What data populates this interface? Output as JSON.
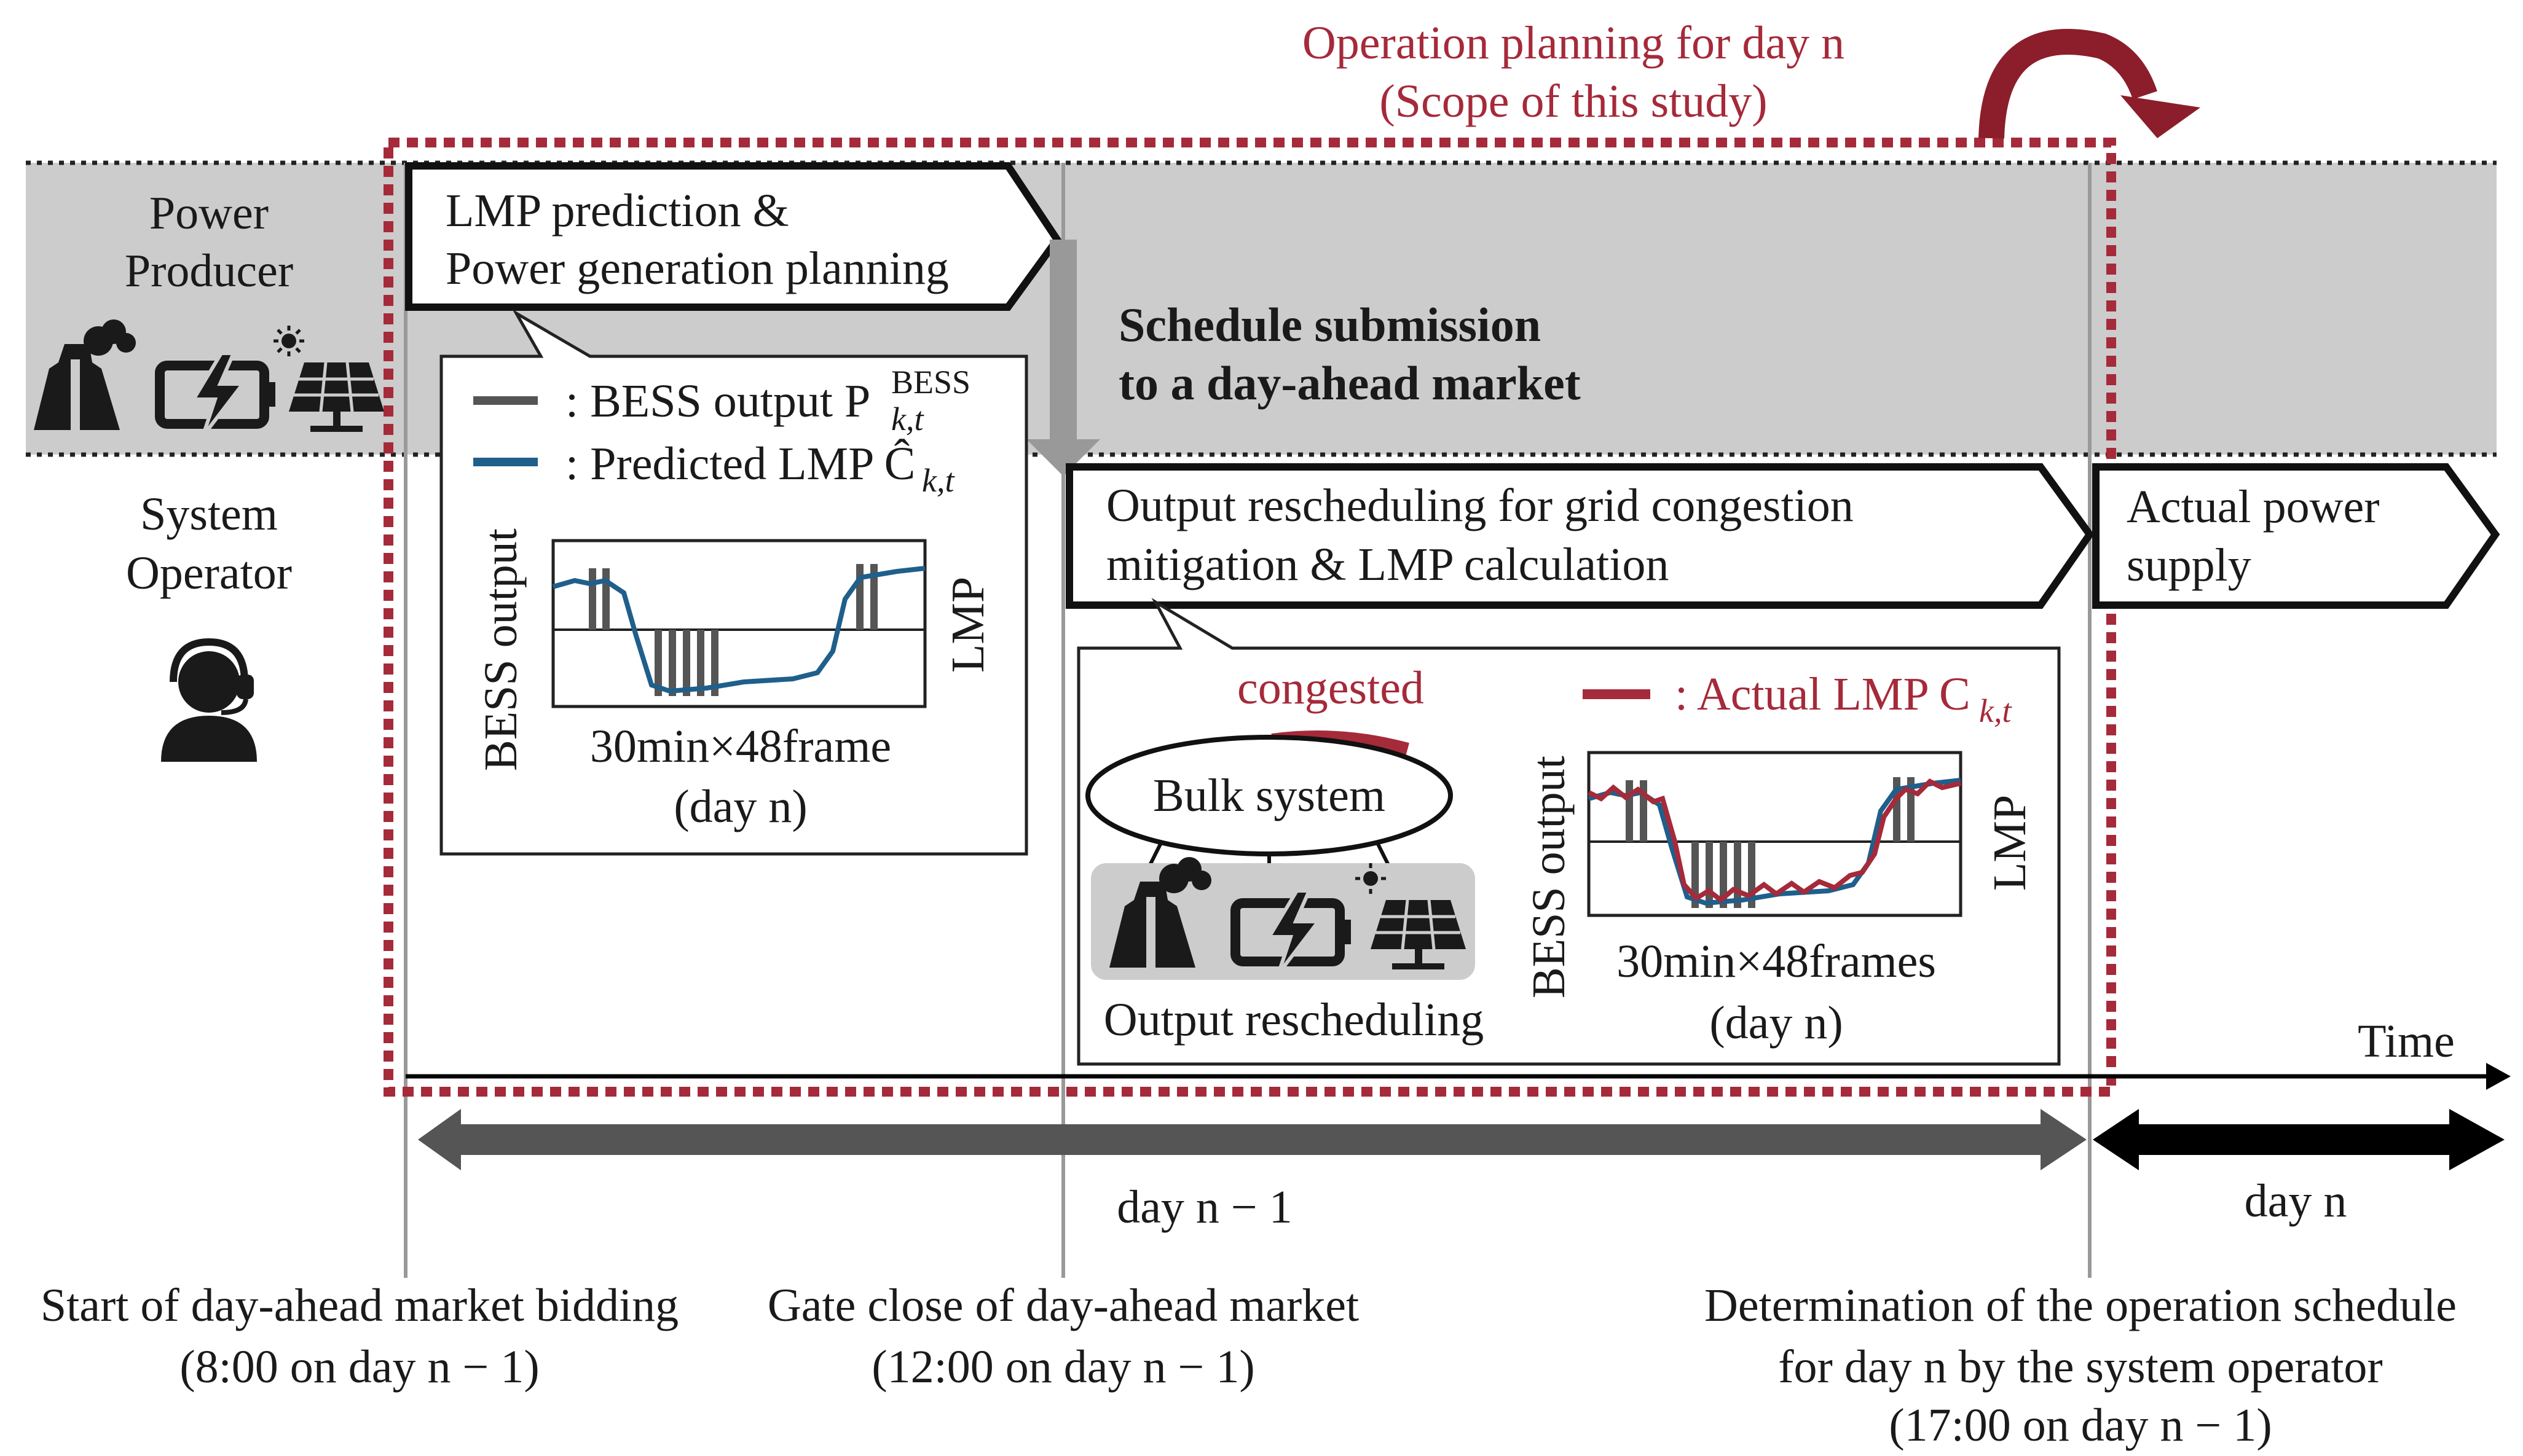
{
  "scope": {
    "line1": "Operation planning for day n",
    "line2": "(Scope of this study)"
  },
  "actors": {
    "producer_l1": "Power",
    "producer_l2": "Producer",
    "operator_l1": "System",
    "operator_l2": "Operator"
  },
  "stage1": {
    "label_l1": "LMP prediction &",
    "label_l2": "Power generation planning"
  },
  "submission": {
    "l1": "Schedule submission",
    "l2": "to a day-ahead market"
  },
  "stage2": {
    "label_l1": "Output rescheduling for grid congestion",
    "label_l2": "mitigation & LMP calculation"
  },
  "stage3": {
    "label_l1": "Actual power",
    "label_l2": "supply"
  },
  "callout1": {
    "legend_bess": ": BESS output P",
    "legend_bess_sup": "BESS",
    "legend_bess_sub": "k,t",
    "legend_lmp": ": Predicted LMP Ĉ",
    "legend_lmp_sub": "k,t",
    "y_left": "BESS output",
    "y_right": "LMP",
    "x_l1": "30min×48frame",
    "x_l2": "(day n)"
  },
  "callout2": {
    "congested": "congested",
    "bulk": "Bulk system",
    "resched": "Output rescheduling",
    "legend_actual": ": Actual LMP C",
    "legend_actual_sub": "k,t",
    "y_left": "BESS output",
    "y_right": "LMP",
    "x_l1": "30min×48frames",
    "x_l2": "(day n)"
  },
  "timeline": {
    "time": "Time",
    "day_prev": "day n − 1",
    "day_n": "day n"
  },
  "milestones": {
    "m1_l1": "Start of day-ahead market bidding",
    "m1_l2": "(8:00 on day n − 1)",
    "m2_l1": "Gate close of day-ahead market",
    "m2_l2": "(12:00 on day n − 1)",
    "m3_l1": "Determination of the operation schedule",
    "m3_l2": "for day n by the system operator",
    "m3_l3": "(17:00 on day n − 1)"
  },
  "colors": {
    "scope_red": "#a52a3a",
    "band_gray": "#cccccc",
    "predicted_blue": "#1f5f8b",
    "actual_red": "#a52a3a",
    "bess_gray": "#555555"
  },
  "icons": [
    "power-plant-icon",
    "battery-icon",
    "solar-panel-icon",
    "operator-headset-icon"
  ]
}
